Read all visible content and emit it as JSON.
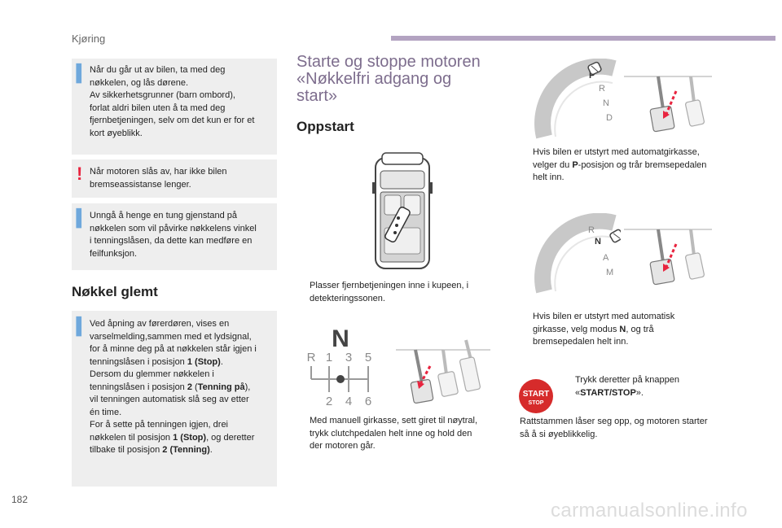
{
  "header": {
    "section": "Kjøring",
    "page_number": "182"
  },
  "watermark": "carmanualsonline.info",
  "left": {
    "note1": {
      "lines": [
        "Når du går ut av bilen, ta med deg",
        "nøkkelen, og lås dørene.",
        "Av sikkerhetsgrunner (barn ombord),",
        "forlat aldri bilen uten å ta med deg",
        "fjernbetjeningen, selv om det kun er for et",
        "kort øyeblikk."
      ]
    },
    "warning": {
      "lines": [
        "Når motoren slås av, har ikke bilen",
        "bremseassistanse lenger."
      ]
    },
    "note2": {
      "lines": [
        "Unngå å henge en tung gjenstand på",
        "nøkkelen som vil påvirke nøkkelens vinkel",
        "i tenningslåsen, da dette kan medføre en",
        "feilfunksjon."
      ]
    },
    "forgot_heading": "Nøkkel glemt",
    "forgot_box": {
      "l1": "Ved åpning av førerdøren, vises en",
      "l2": "varselmelding,sammen med et lydsignal,",
      "l3": "for å minne deg på at nøkkelen står igjen i",
      "l4a": "tenningslåsen i posisjon ",
      "l4b": "1 (Stop)",
      "l4c": ".",
      "l5": "Dersom du glemmer nøkkelen i",
      "l6a": "tenningslåsen i posisjon ",
      "l6b": "2",
      "l6c": " (",
      "l6d": "Tenning på",
      "l6e": "),",
      "l7": "vil tenningen automatisk slå seg av etter",
      "l8": "én time.",
      "l9": "For å sette på tenningen igjen, drei",
      "l10a": "nøkkelen til posisjon ",
      "l10b": "1 (Stop)",
      "l10c": ", og deretter",
      "l11a": "tilbake til posisjon ",
      "l11b": "2 (Tenning)",
      "l11c": "."
    }
  },
  "middle": {
    "title_lines": [
      "Starte og stoppe motoren",
      "«Nøkkelfri adgang og",
      "start»"
    ],
    "subheading": "Oppstart",
    "bullet1": {
      "l1": "Plasser fjernbetjeningen inne i kupeen, i",
      "l2": "detekteringssonen."
    },
    "gear_labels": {
      "n": "N",
      "top": [
        "R",
        "1",
        "3",
        "5"
      ],
      "bottom": [
        "2",
        "4",
        "6"
      ]
    },
    "bullet2": {
      "l1": "Med manuell girkasse, sett giret til nøytral,",
      "l2": "trykk clutchpedalen helt inne og hold den",
      "l3": "der motoren går."
    }
  },
  "right": {
    "selector1_letters": [
      "P",
      "R",
      "N",
      "D"
    ],
    "bullet1": {
      "l1": "Hvis bilen er utstyrt med automatgirkasse,",
      "l2a": "velger du ",
      "l2b": "P",
      "l2c": "-posisjon og trår bremsepedalen",
      "l3": "helt inn."
    },
    "selector2_letters": [
      "R",
      "N",
      "A",
      "M"
    ],
    "bullet2": {
      "l1": "Hvis bilen er utstyrt med automatisk",
      "l2a": "girkasse, velg modus ",
      "l2b": "N",
      "l2c": ", og trå",
      "l3": "bremsepedalen helt inn."
    },
    "start_button": {
      "top": "START",
      "bottom": "STOP"
    },
    "bullet3": {
      "l1": "Trykk deretter på knappen",
      "l2a": "«",
      "l2b": "START/STOP",
      "l2c": "»."
    },
    "closing": {
      "l1": "Rattstammen låser seg opp, og motoren starter",
      "l2": "så å si øyeblikkelig."
    }
  },
  "bullet_symbol": "",
  "colors": {
    "accent": "#7d6d8d",
    "header_bar": "#b3a3c1",
    "info": "#6fa8dc",
    "warning": "#e8243f",
    "box": "#eeeeee",
    "start_red": "#d62b2b"
  }
}
